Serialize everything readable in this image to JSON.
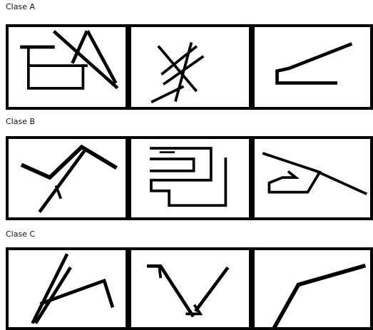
{
  "sections": [
    {
      "label": "Clase A"
    },
    {
      "label": "Clase B"
    },
    {
      "label": "Clase C"
    }
  ]
}
